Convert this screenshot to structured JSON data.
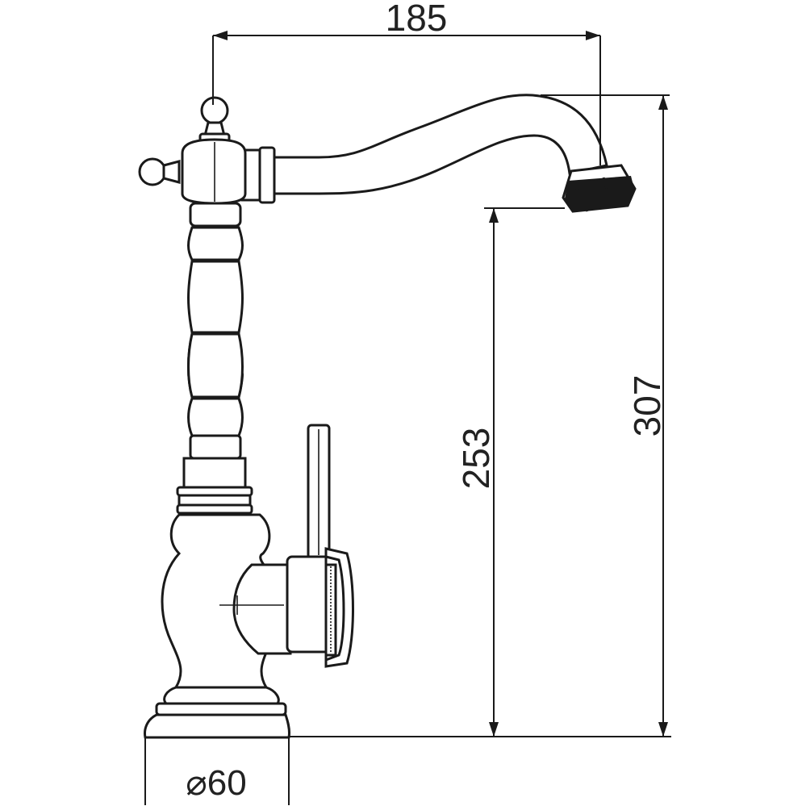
{
  "dimensions": {
    "spout_reach": "185",
    "total_height": "307",
    "spout_height": "253",
    "base_diameter": "⌀60"
  },
  "colors": {
    "line": "#1a1a1a",
    "background": "#ffffff"
  }
}
